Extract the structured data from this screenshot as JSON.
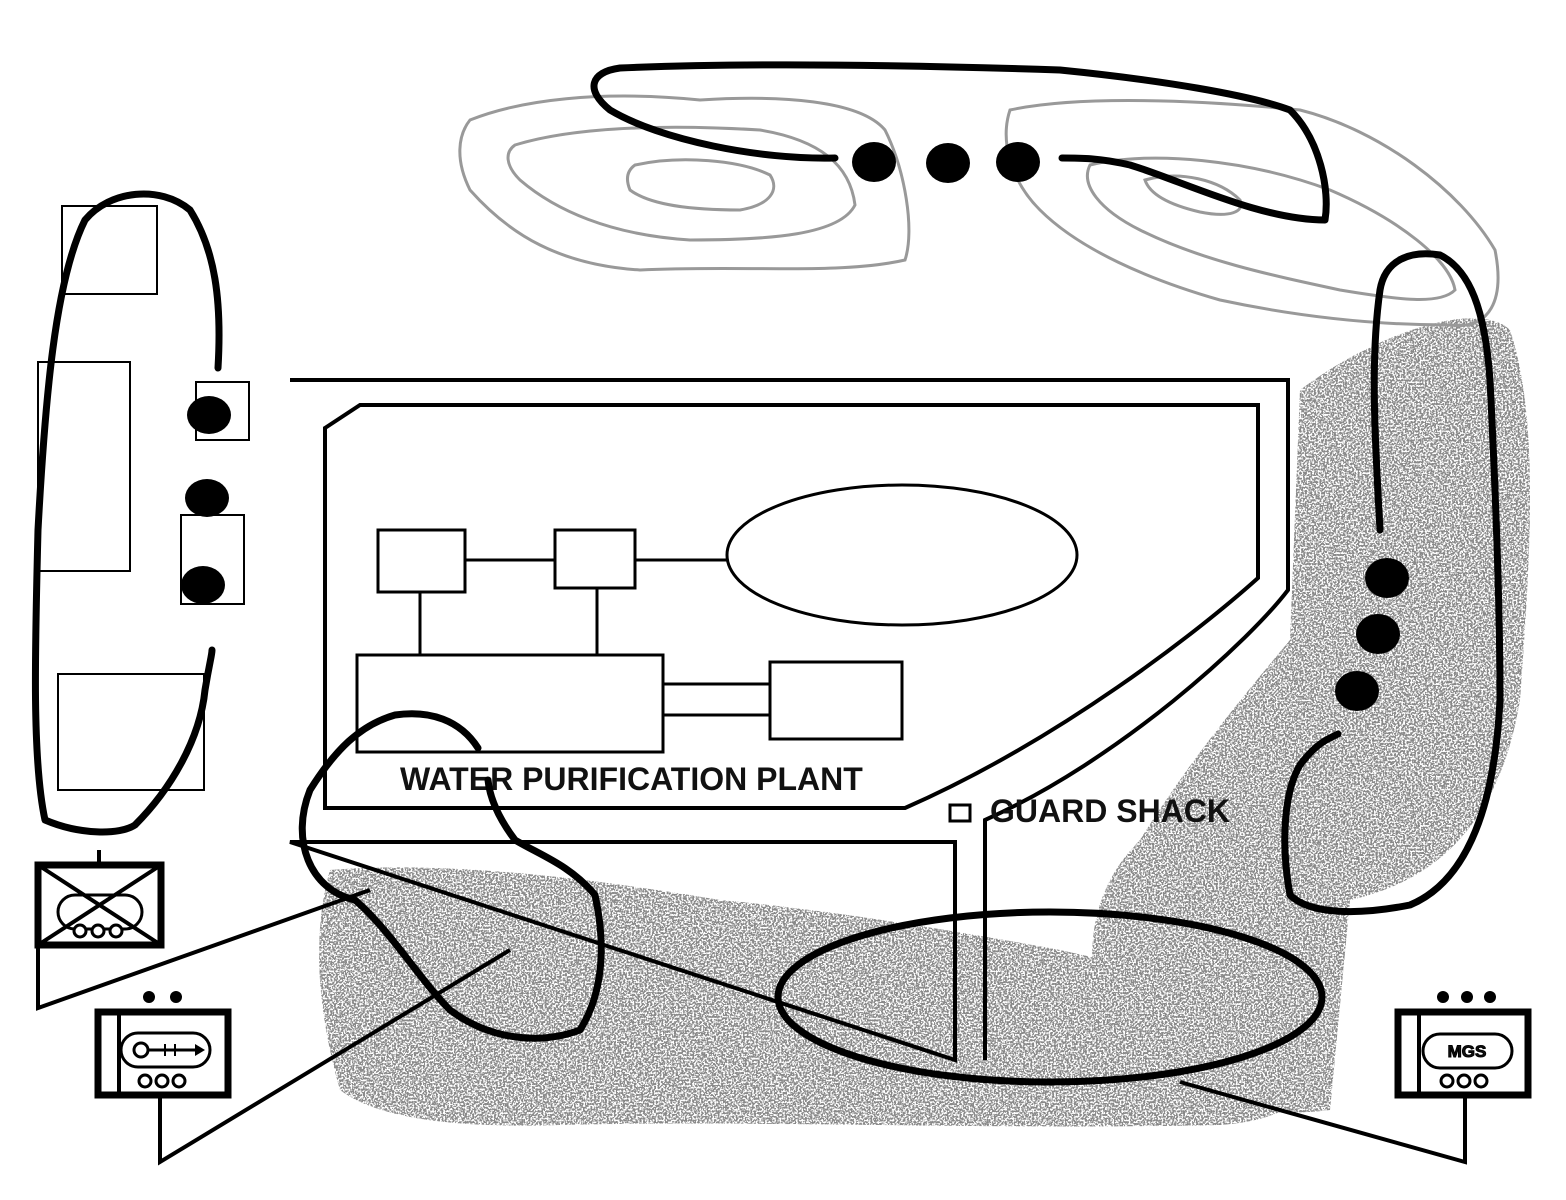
{
  "map": {
    "labels": {
      "plant": "WATER PURIFICATION PLANT",
      "guard_shack": "GUARD SHACK"
    },
    "unit_symbols": {
      "armor_destroyed": {
        "text": ""
      },
      "armored_left": {
        "text": "",
        "size_dots": 2
      },
      "mgs_right": {
        "text": "MGS",
        "size_dots": 3
      }
    },
    "colors": {
      "ink": "#000000",
      "contour": "#999999",
      "vegetation": "#555555",
      "background": "#ffffff"
    }
  }
}
